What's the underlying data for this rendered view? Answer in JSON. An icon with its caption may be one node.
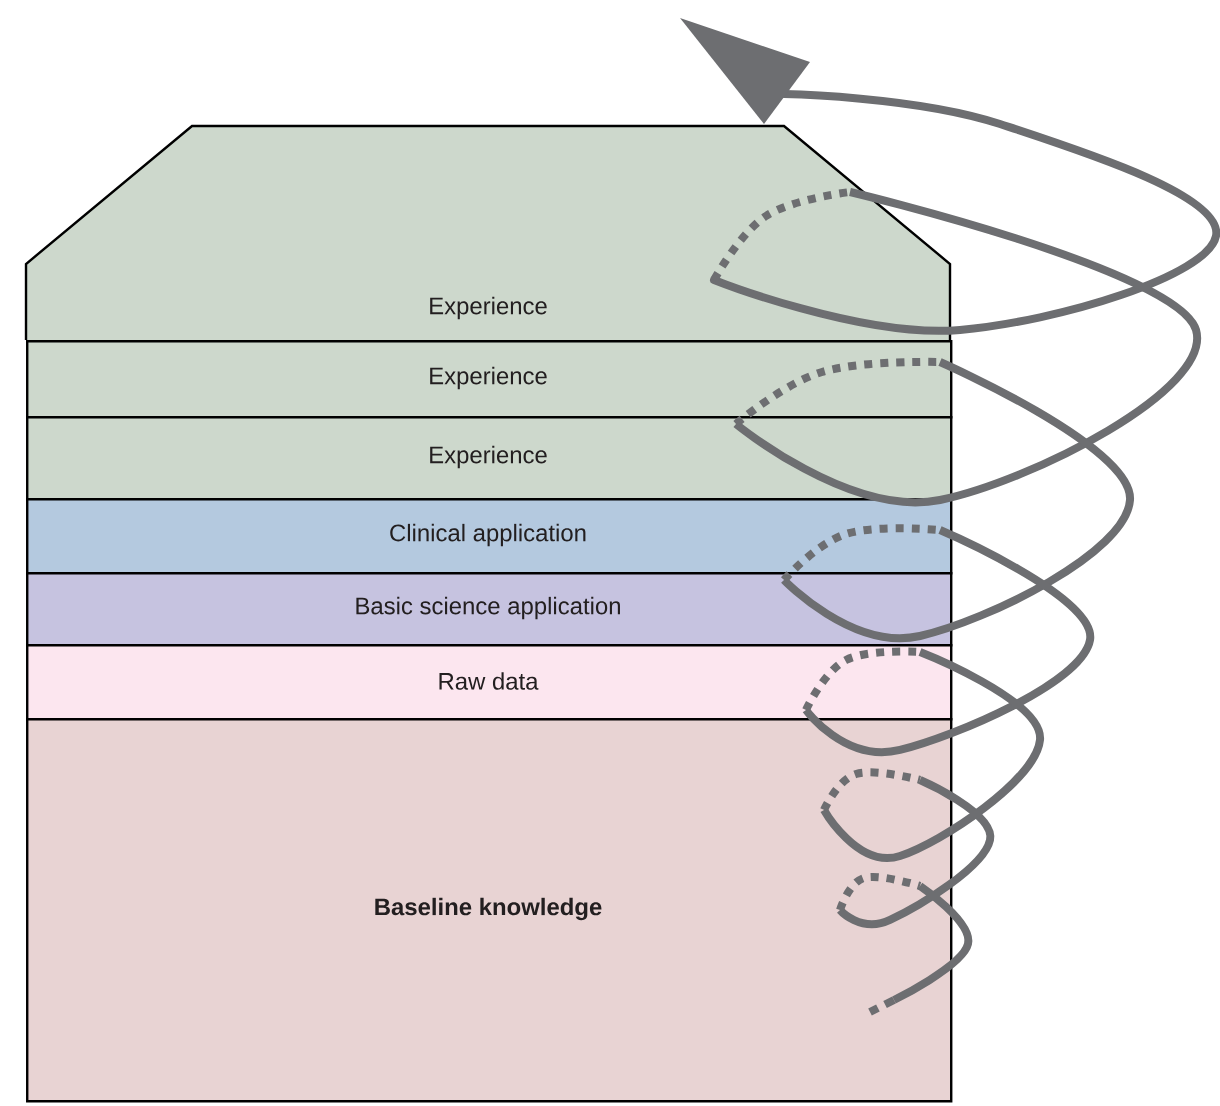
{
  "diagram": {
    "nodes": [
      {
        "text": [
          "Experience"
        ]
      },
      {
        "text": [
          "Experience"
        ]
      },
      {
        "text": [
          "Experience"
        ]
      },
      {
        "text": [
          "Clinical application"
        ]
      },
      {
        "text": [
          "Basic science application"
        ]
      },
      {
        "text": [
          "Raw data"
        ]
      },
      {
        "text": [
          "Baseline knowledge"
        ]
      }
    ]
  }
}
